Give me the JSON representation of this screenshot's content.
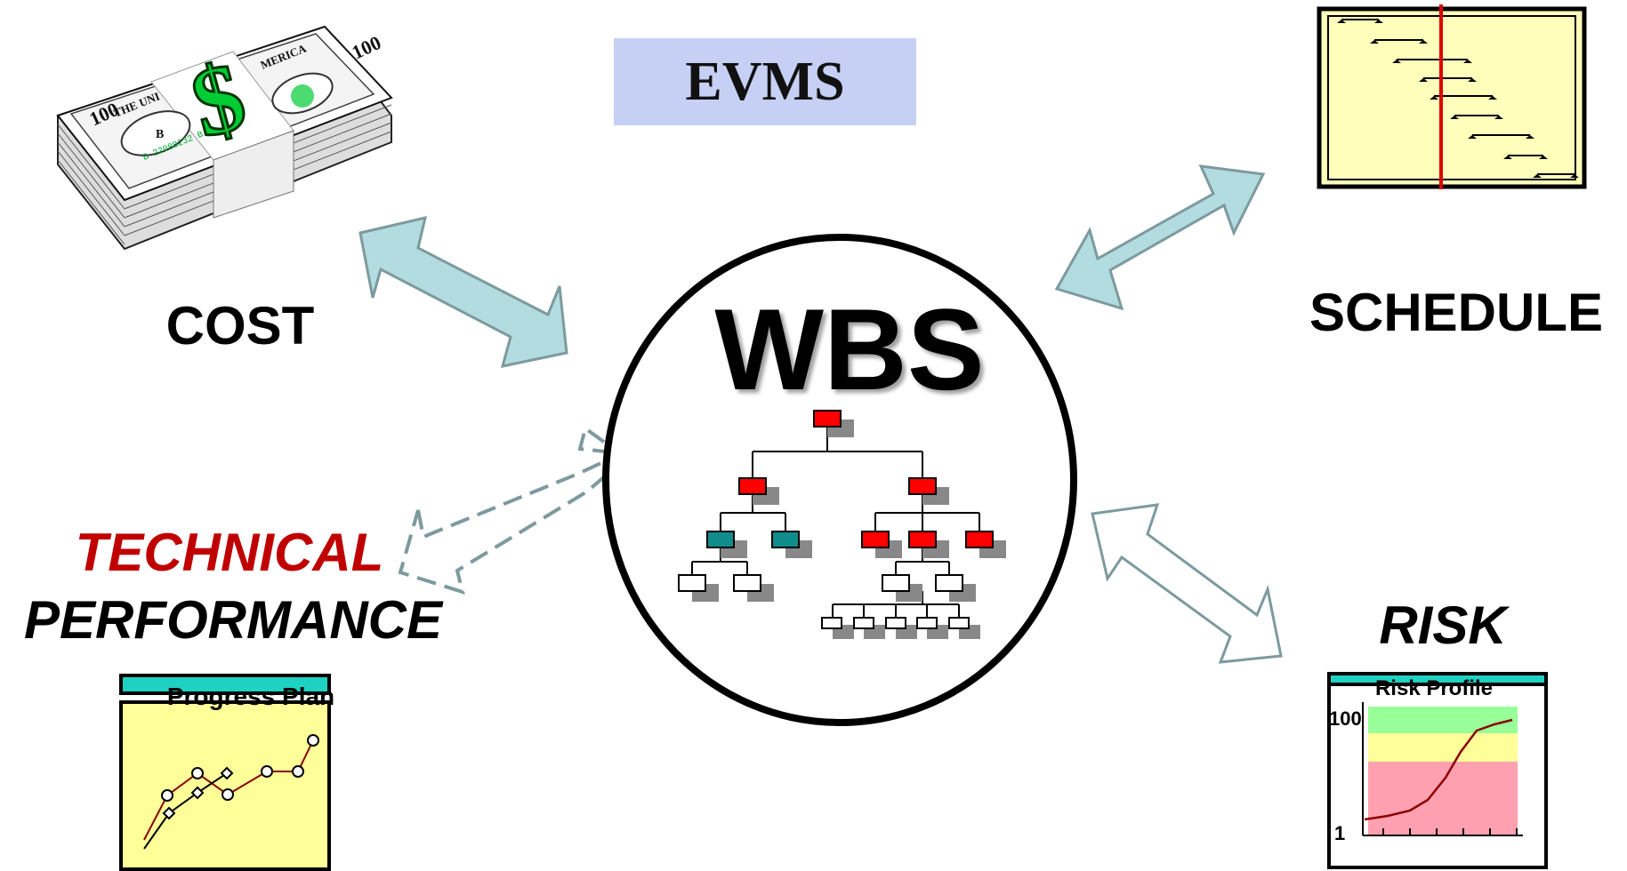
{
  "title": "EVMS",
  "center": {
    "label": "WBS"
  },
  "labels": {
    "cost": "COST",
    "schedule": "SCHEDULE",
    "technical": "TECHNICAL",
    "performance": "PERFORMANCE",
    "risk": "RISK"
  },
  "progress_panel": {
    "title": "Progress Plan"
  },
  "risk_panel": {
    "title": "Risk Profile",
    "y_max": "100",
    "y_min": "1"
  },
  "money": {
    "denomination": "100",
    "symbol": "$",
    "banknote_text": [
      "THE UNI",
      "MERICA",
      "B 22088232 B",
      "B"
    ]
  },
  "colors": {
    "evms_box": "#c5d0f4",
    "arrow_fill": "#b3dce0",
    "arrow_stroke": "#7d9a9e",
    "technical_red": "#c00000",
    "wbs_red": "#ff0000",
    "wbs_teal": "#118c8c",
    "panel_yellow": "#ffff99",
    "panel_header": "#1fd1c0",
    "risk_green": "#99ff99",
    "risk_yellow": "#ffff99",
    "risk_red": "#ffa0b0"
  }
}
